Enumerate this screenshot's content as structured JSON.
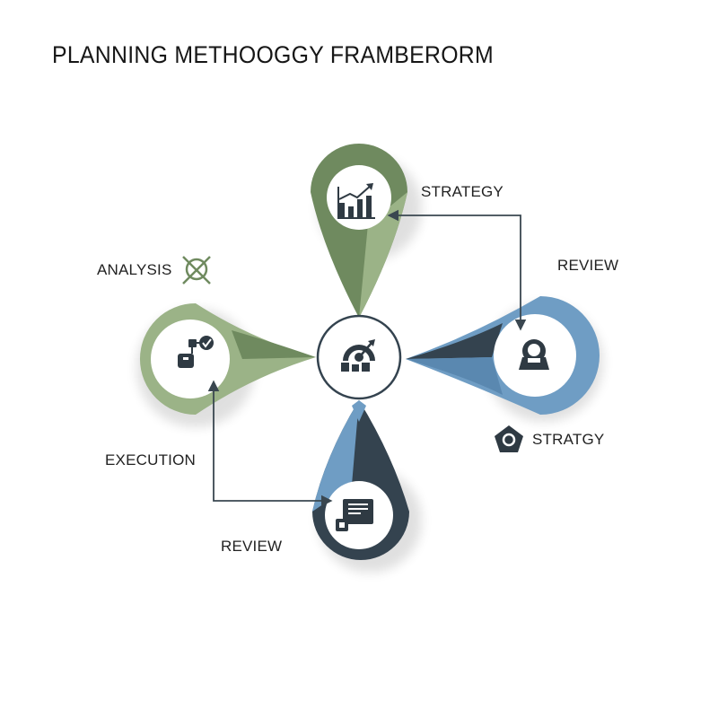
{
  "title": "PLANNING METHOOGGY FRAMBERORM",
  "labels": {
    "strategy": "STRATEGY",
    "review_right": "REVIEW",
    "analysis": "ANALYSIS",
    "strategy_alt": "STRATGY",
    "execution": "EXECUTION",
    "review_bottom": "REVIEW"
  },
  "colors": {
    "green_dark": "#6f8a5f",
    "green_light": "#9bb387",
    "blue_light": "#6f9dc4",
    "slate_dark": "#34434f",
    "blue_mid": "#5a88b0",
    "arrow": "#3a4750",
    "icon": "#2f3a43"
  },
  "nodes": [
    {
      "name": "strategy",
      "icon": "bar-chart-icon"
    },
    {
      "name": "analysis",
      "icon": "workflow-icon"
    },
    {
      "name": "review",
      "icon": "user-icon"
    },
    {
      "name": "execution",
      "icon": "document-icon"
    },
    {
      "name": "hub",
      "icon": "target-icon"
    }
  ]
}
